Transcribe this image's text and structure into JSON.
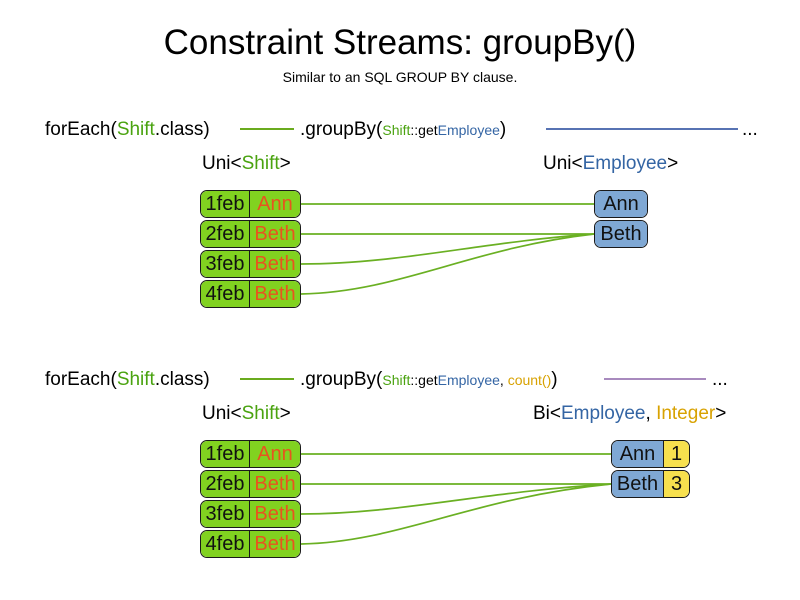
{
  "title": "Constraint Streams: groupBy()",
  "subtitle": "Similar to an SQL GROUP BY clause.",
  "sections": [
    {
      "id": "groupby-plain",
      "code": {
        "for_each_prefix": "forEach(",
        "for_each_type": "Shift",
        "for_each_suffix": ".class)",
        "group_by_prefix": ".groupBy(",
        "mapper_class": "Shift",
        "mapper_sep": "::get",
        "mapper_prop": "Employee",
        "group_by_suffix": ")",
        "ellipsis": "...",
        "connector1_color": "#6aab1e",
        "connector2_color": "#3f5fa8"
      },
      "left_type": {
        "outer": "Uni<",
        "generic": "Shift",
        "close": ">"
      },
      "right_type": {
        "outer": "Uni<",
        "generic": "Employee",
        "close": ">"
      },
      "left_rows": [
        {
          "date": "1feb",
          "name": "Ann"
        },
        {
          "date": "2feb",
          "name": "Beth"
        },
        {
          "date": "3feb",
          "name": "Beth"
        },
        {
          "date": "4feb",
          "name": "Beth"
        }
      ],
      "right_rows": [
        {
          "name": "Ann",
          "count": null
        },
        {
          "name": "Beth",
          "count": null
        }
      ]
    },
    {
      "id": "groupby-count",
      "code": {
        "for_each_prefix": "forEach(",
        "for_each_type": "Shift",
        "for_each_suffix": ".class)",
        "group_by_prefix": ".groupBy(",
        "mapper_class": "Shift",
        "mapper_sep": "::get",
        "mapper_prop": "Employee",
        "collector_sep": ", ",
        "collector": "count()",
        "group_by_suffix": ")",
        "ellipsis": "...",
        "connector1_color": "#6aab1e",
        "connector2_color": "#9b7ab5"
      },
      "left_type": {
        "outer": "Uni<",
        "generic": "Shift",
        "close": ">"
      },
      "right_type": {
        "outer": "Bi<",
        "generic": "Employee",
        "sep": ", ",
        "generic2": "Integer",
        "close": ">"
      },
      "left_rows": [
        {
          "date": "1feb",
          "name": "Ann"
        },
        {
          "date": "2feb",
          "name": "Beth"
        },
        {
          "date": "3feb",
          "name": "Beth"
        },
        {
          "date": "4feb",
          "name": "Beth"
        }
      ],
      "right_rows": [
        {
          "name": "Ann",
          "count": "1"
        },
        {
          "name": "Beth",
          "count": "3"
        }
      ]
    }
  ],
  "colors": {
    "shift_green": "#81d220",
    "employee_blue": "#7fa8d4",
    "integer_yellow": "#f7e04e",
    "name_orange": "#e8541f",
    "token_green": "#4aa310",
    "token_blue": "#3465a4",
    "token_gold": "#d8a202",
    "edge_green": "#6ab023",
    "rule_purple": "#9b7ab5"
  }
}
